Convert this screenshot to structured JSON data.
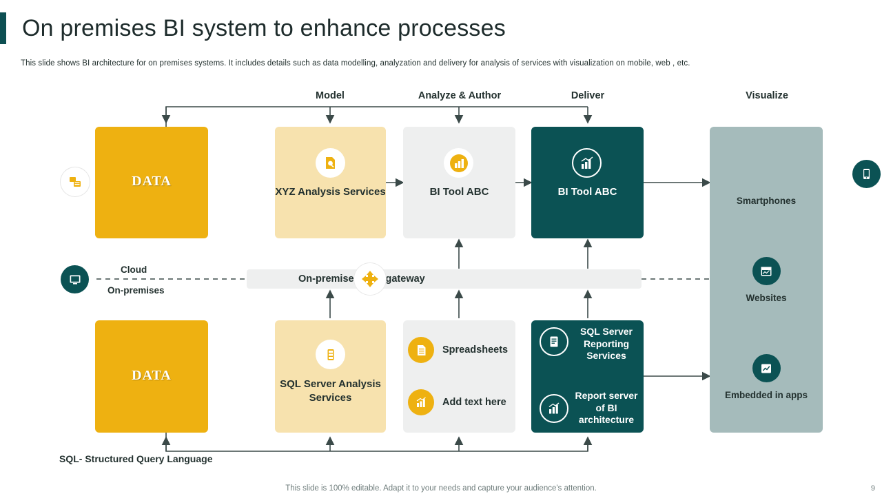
{
  "header": {
    "title": "On premises BI system to enhance processes",
    "subtitle": "This slide shows BI architecture for on premises systems. It includes details such as data modelling, analyzation and delivery for  analysis of services with visualization on mobile, web , etc."
  },
  "columns": [
    {
      "label": "Model"
    },
    {
      "label": "Analyze & Author"
    },
    {
      "label": "Deliver"
    },
    {
      "label": "Visualize"
    }
  ],
  "top_row": {
    "data_box": {
      "label": "DATA",
      "icon": "database-icon"
    },
    "xyz": {
      "label": "XYZ Analysis Services",
      "icon": "document-analysis-icon"
    },
    "bi_abc_grey": {
      "label": "BI Tool ABC",
      "icon": "bar-chart-icon"
    },
    "bi_abc_teal": {
      "label": "BI Tool ABC",
      "icon": "bar-chart-icon"
    }
  },
  "divider": {
    "cloud_label": "Cloud",
    "onprem_label": "On-premises",
    "icon": "monitor-icon",
    "gateway_label": "On-premises data gateway",
    "gateway_icon": "gateway-arrows-icon"
  },
  "bottom_row": {
    "data_box": {
      "label": "DATA"
    },
    "sql_analysis": {
      "label": "SQL Server Analysis Services",
      "icon": "server-icon"
    },
    "grey_items": [
      {
        "label": "Spreadsheets",
        "icon": "spreadsheet-icon"
      },
      {
        "label": "Add text here",
        "icon": "bar-chart-icon"
      }
    ],
    "teal_items": [
      {
        "label": "SQL Server Reporting Services",
        "icon": "report-icon"
      },
      {
        "label": "Report server of BI architecture",
        "icon": "bar-chart-icon"
      }
    ]
  },
  "visualize": {
    "items": [
      {
        "label": "Smartphones",
        "icon": "smartphone-icon"
      },
      {
        "label": "Websites",
        "icon": "browser-icon"
      },
      {
        "label": "Embedded in apps",
        "icon": "app-chart-icon"
      }
    ]
  },
  "footer": {
    "legend": "SQL- Structured Query Language",
    "note": "This slide is 100% editable. Adapt it to your needs and capture your audience's attention.",
    "page_number": "9"
  },
  "colors": {
    "gold": "#eeb111",
    "cream": "#f7e2ae",
    "grey": "#eeefef",
    "teal": "#0b5254",
    "bluegrey": "#a5bbbb",
    "text": "#23312f"
  }
}
